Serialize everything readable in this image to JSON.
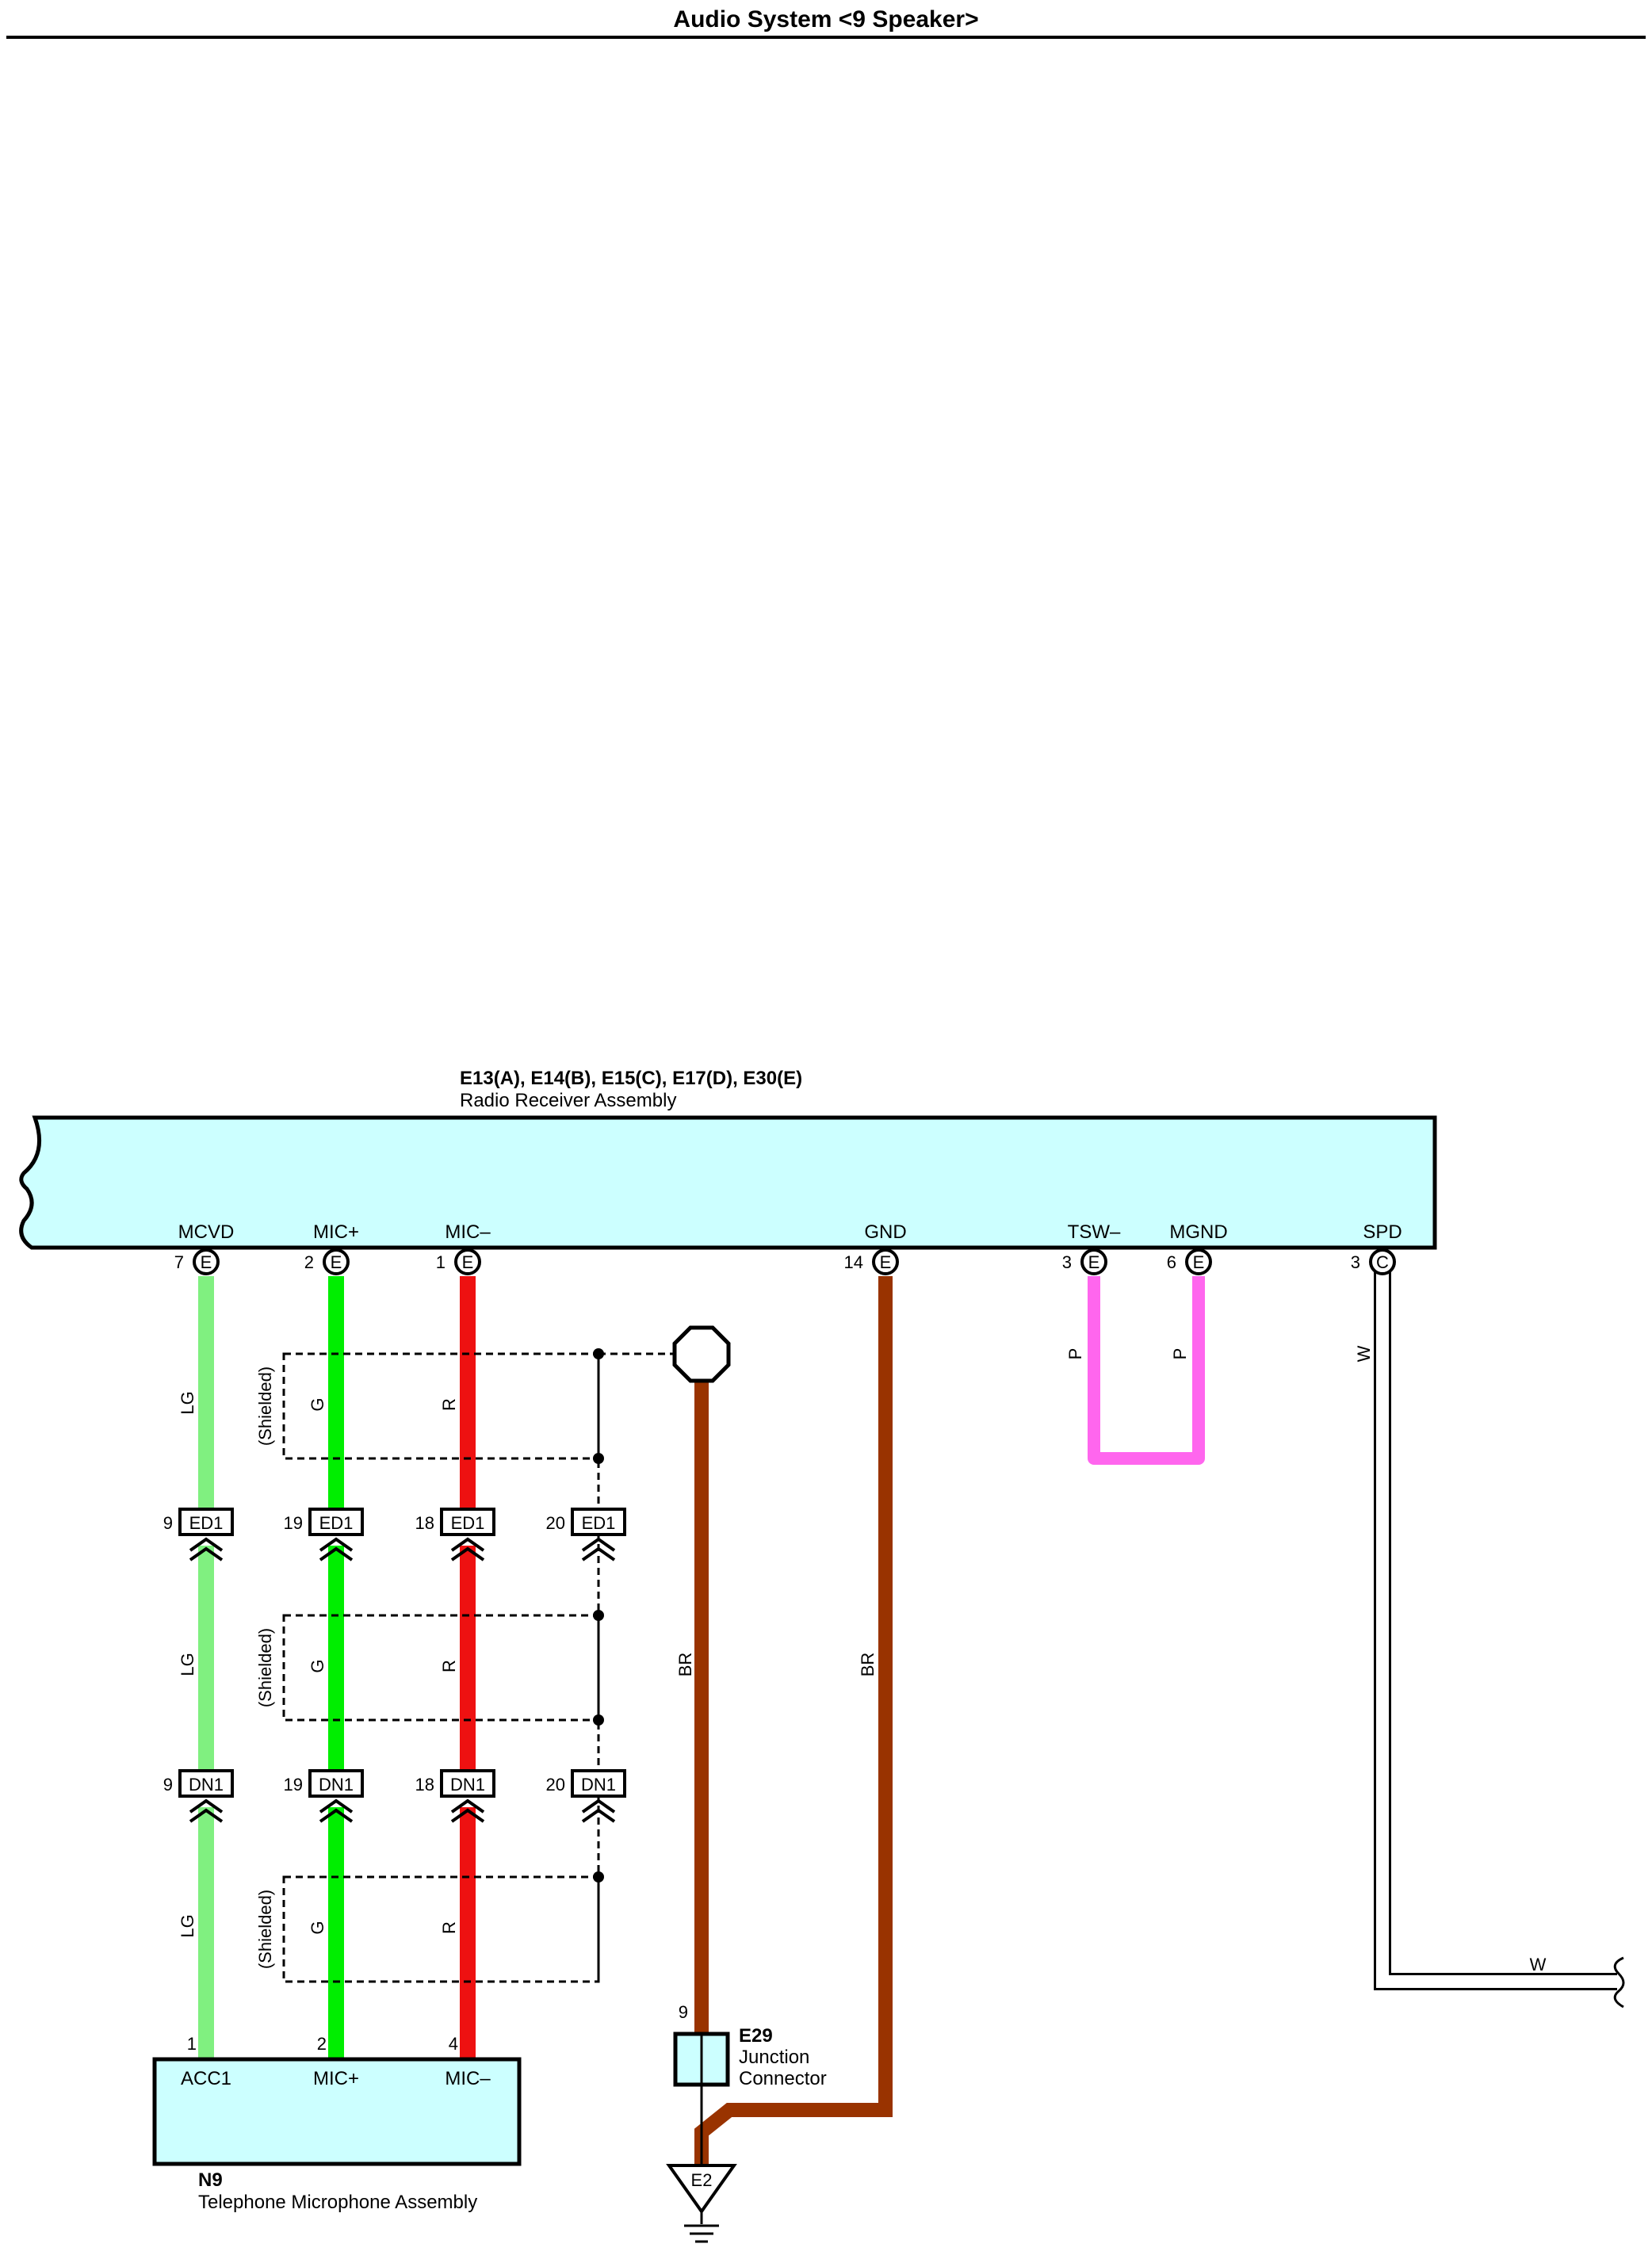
{
  "page": {
    "title": "Audio System <9 Speaker>"
  },
  "receiver": {
    "code": "E13(A), E14(B), E15(C), E17(D), E30(E)",
    "name": "Radio Receiver Assembly",
    "terminals": [
      {
        "label": "MCVD",
        "pin": "7",
        "conn": "E"
      },
      {
        "label": "MIC+",
        "pin": "2",
        "conn": "E"
      },
      {
        "label": "MIC–",
        "pin": "1",
        "conn": "E"
      },
      {
        "label": "GND",
        "pin": "14",
        "conn": "E"
      },
      {
        "label": "TSW–",
        "pin": "3",
        "conn": "E"
      },
      {
        "label": "MGND",
        "pin": "6",
        "conn": "E"
      },
      {
        "label": "SPD",
        "pin": "3",
        "conn": "C"
      }
    ]
  },
  "wires": {
    "lg": "LG",
    "g": "G",
    "r": "R",
    "br": "BR",
    "p": "P",
    "w": "W"
  },
  "shield_label": "(Shielded)",
  "connectors": {
    "ed1": {
      "name": "ED1",
      "pins": [
        "9",
        "19",
        "18",
        "20"
      ]
    },
    "dn1": {
      "name": "DN1",
      "pins": [
        "9",
        "19",
        "18",
        "20"
      ]
    }
  },
  "microphone": {
    "code": "N9",
    "name": "Telephone Microphone Assembly",
    "terminals": [
      {
        "label": "ACC1",
        "pin": "1"
      },
      {
        "label": "MIC+",
        "pin": "2"
      },
      {
        "label": "MIC–",
        "pin": "4"
      }
    ]
  },
  "junction": {
    "code": "E29",
    "name_line1": "Junction",
    "name_line2": "Connector",
    "pin": "9"
  },
  "ground": {
    "label": "E2"
  },
  "colors": {
    "lg": "#80f080",
    "g": "#00ee00",
    "r": "#ee1111",
    "br": "#993300",
    "p": "#ff66ee",
    "w": "#ffffff",
    "box_fill": "#ccffff"
  }
}
